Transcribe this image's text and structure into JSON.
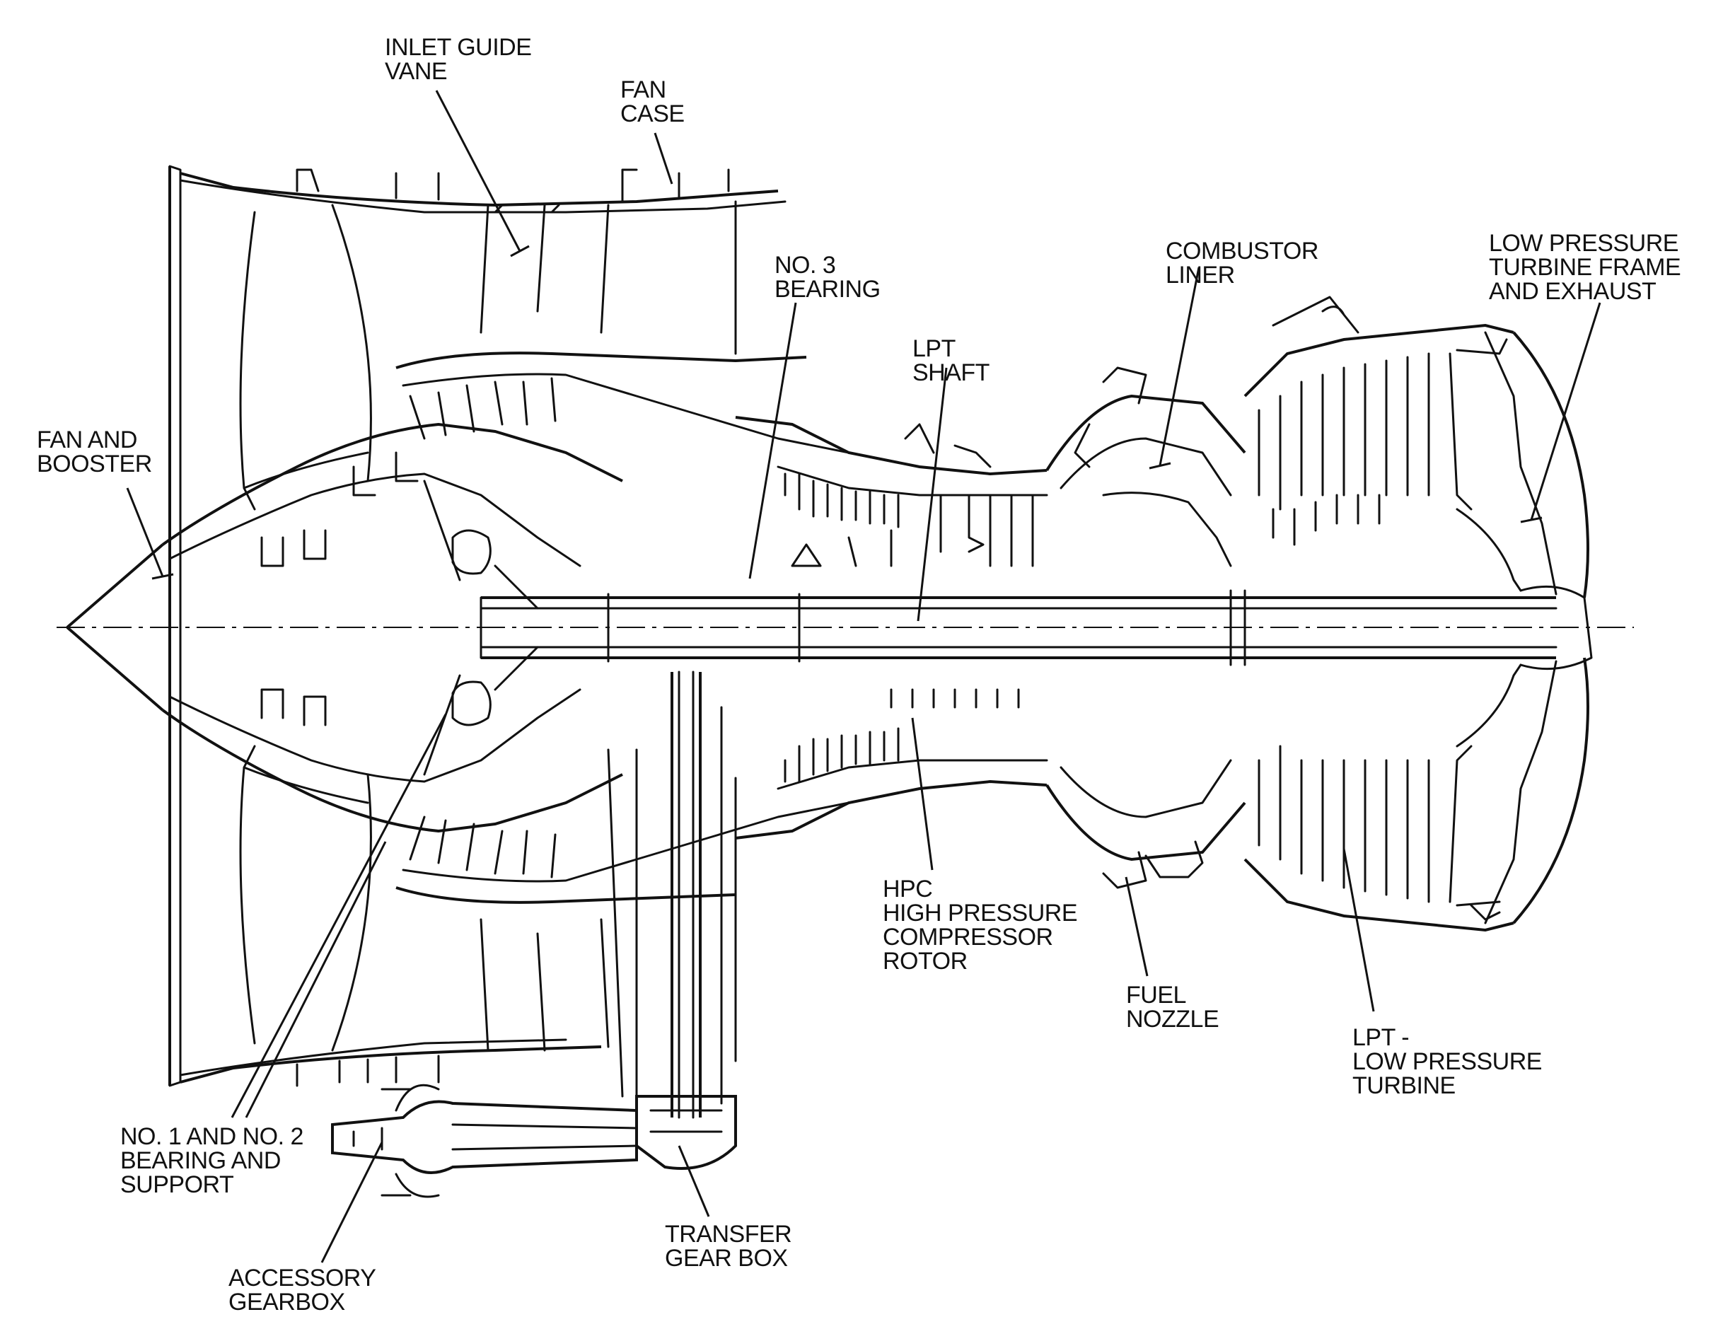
{
  "diagram": {
    "labels": [
      {
        "id": "inlet-guide-vane",
        "lines": [
          "INLET GUIDE",
          "VANE"
        ]
      },
      {
        "id": "fan-case",
        "lines": [
          "FAN",
          "CASE"
        ]
      },
      {
        "id": "no3-bearing",
        "lines": [
          "NO. 3",
          "BEARING"
        ]
      },
      {
        "id": "lpt-shaft",
        "lines": [
          "LPT",
          "SHAFT"
        ]
      },
      {
        "id": "combustor-liner",
        "lines": [
          "COMBUSTOR",
          "LINER"
        ]
      },
      {
        "id": "lp-turbine-frame",
        "lines": [
          "LOW  PRESSURE",
          "TURBINE FRAME",
          "AND EXHAUST"
        ]
      },
      {
        "id": "fan-and-booster",
        "lines": [
          "FAN AND",
          "BOOSTER"
        ]
      },
      {
        "id": "hpc-rotor",
        "lines": [
          "HPC",
          "HIGH PRESSURE",
          "COMPRESSOR",
          "ROTOR"
        ]
      },
      {
        "id": "fuel-nozzle",
        "lines": [
          "FUEL",
          "NOZZLE"
        ]
      },
      {
        "id": "lpt",
        "lines": [
          "LPT -",
          "LOW  PRESSURE",
          "TURBINE"
        ]
      },
      {
        "id": "no1-no2-bearing",
        "lines": [
          "NO. 1 AND NO. 2",
          "BEARING AND",
          "SUPPORT"
        ]
      },
      {
        "id": "transfer-gear-box",
        "lines": [
          "TRANSFER",
          "GEAR BOX"
        ]
      },
      {
        "id": "accessory-gearbox",
        "lines": [
          "ACCESSORY",
          "GEARBOX"
        ]
      }
    ]
  }
}
